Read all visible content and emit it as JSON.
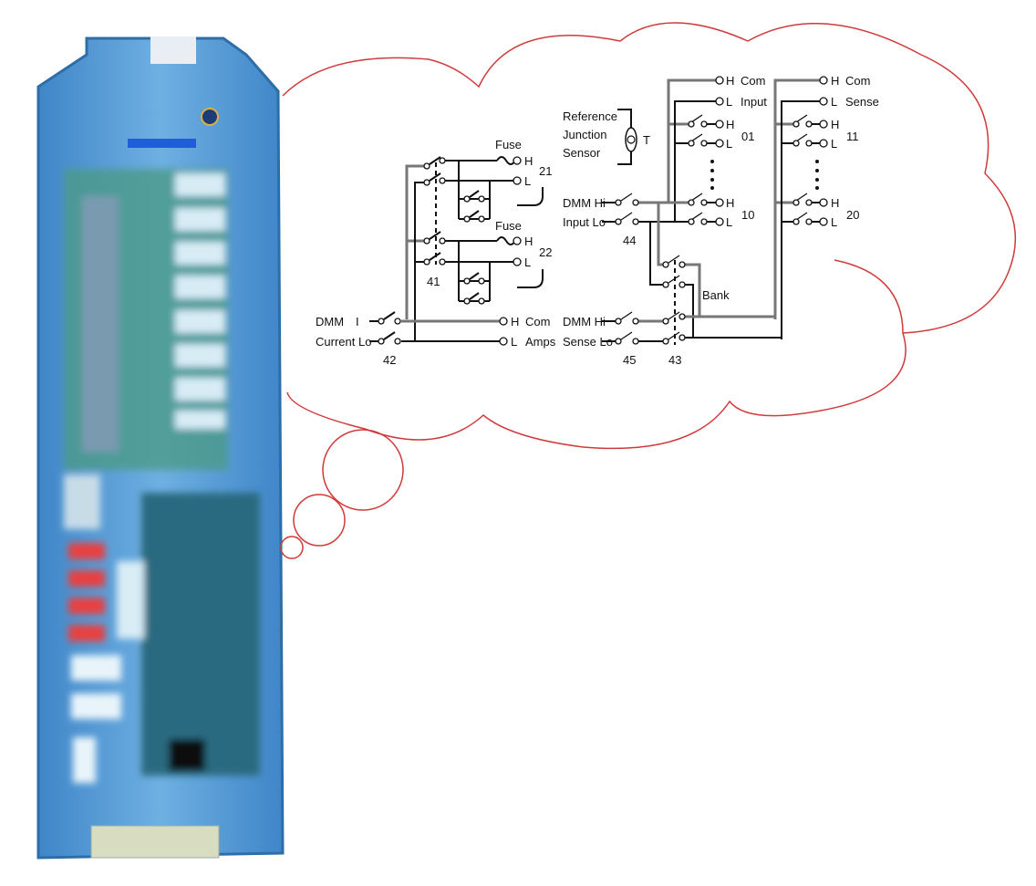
{
  "title": "Multiplexer module with internal switching schematic",
  "colors": {
    "cloud": "#d03a3a",
    "module": "#4a90d0",
    "wire": "#111111"
  },
  "current_section": {
    "fuse_label": "Fuse",
    "channel_21": "21",
    "channel_22": "22",
    "switch_41": "41",
    "switch_42": "42",
    "dmm_label": "DMM",
    "i_label": "I",
    "current_lo_label": "Current Lo",
    "h": "H",
    "l": "L",
    "com_label": "Com",
    "amps_label": "Amps"
  },
  "voltage_section": {
    "ref_line1": "Reference",
    "ref_line2": "Junction",
    "ref_line3": "Sensor",
    "t_label": "T",
    "dmm_hi_input": "DMM Hi",
    "input_lo": "Input Lo",
    "switch_44": "44",
    "dmm_hi_sense": "DMM Hi",
    "sense_lo": "Sense Lo",
    "switch_45": "45",
    "switch_43": "43",
    "bank_label": "Bank",
    "com_label": "Com",
    "input_label": "Input",
    "sense_label": "Sense",
    "h": "H",
    "l": "L",
    "ch_01": "01",
    "ch_10": "10",
    "ch_11": "11",
    "ch_20": "20"
  }
}
